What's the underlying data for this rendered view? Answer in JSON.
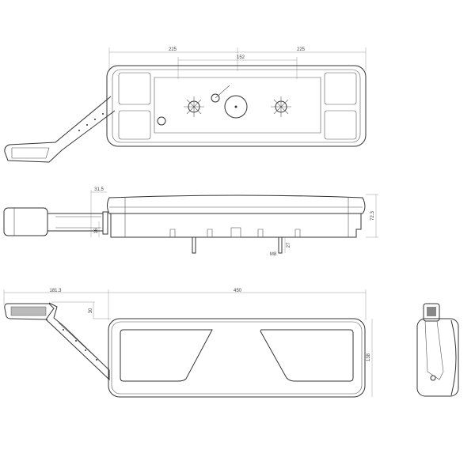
{
  "top_view": {
    "dim_left": "225",
    "dim_center": "152",
    "dim_right": "225"
  },
  "side_view": {
    "dim_arm_offset": "31.5",
    "dim_arm_height": "16",
    "dim_height": "72.3",
    "dim_pin_length": "27",
    "dim_thread": "M8"
  },
  "front_view": {
    "dim_arm_reach": "181.3",
    "dim_width": "450",
    "dim_arm_rise": "30",
    "dim_body_height": "138"
  }
}
